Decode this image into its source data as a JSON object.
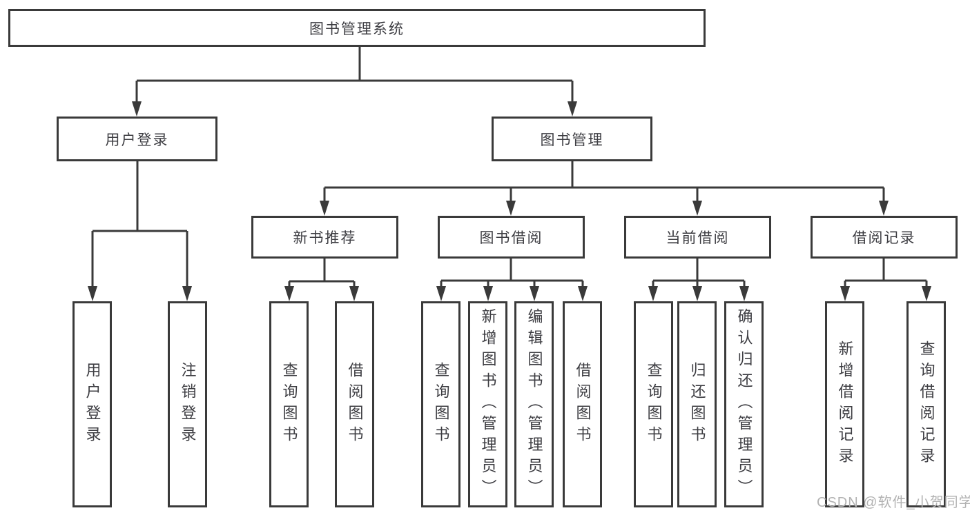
{
  "tree": {
    "root": "图书管理系统",
    "branches": [
      {
        "label": "用户登录",
        "children": [
          {
            "label": "用户登录"
          },
          {
            "label": "注销登录"
          }
        ]
      },
      {
        "label": "图书管理",
        "children": [
          {
            "label": "新书推荐",
            "children": [
              {
                "label": "查询图书"
              },
              {
                "label": "借阅图书"
              }
            ]
          },
          {
            "label": "图书借阅",
            "children": [
              {
                "label": "查询图书"
              },
              {
                "label": "新增图书（管理员）"
              },
              {
                "label": "编辑图书（管理员）"
              },
              {
                "label": "借阅图书"
              }
            ]
          },
          {
            "label": "当前借阅",
            "children": [
              {
                "label": "查询图书"
              },
              {
                "label": "归还图书"
              },
              {
                "label": "确认归还（管理员）"
              }
            ]
          },
          {
            "label": "借阅记录",
            "children": [
              {
                "label": "新增借阅记录"
              },
              {
                "label": "查询借阅记录"
              }
            ]
          }
        ]
      }
    ]
  },
  "colors": {
    "line": "#3a3a3a",
    "text": "#3d3d42",
    "watermark": "#b2b2b2"
  },
  "watermark": "CSDN @软件_小贺同学"
}
